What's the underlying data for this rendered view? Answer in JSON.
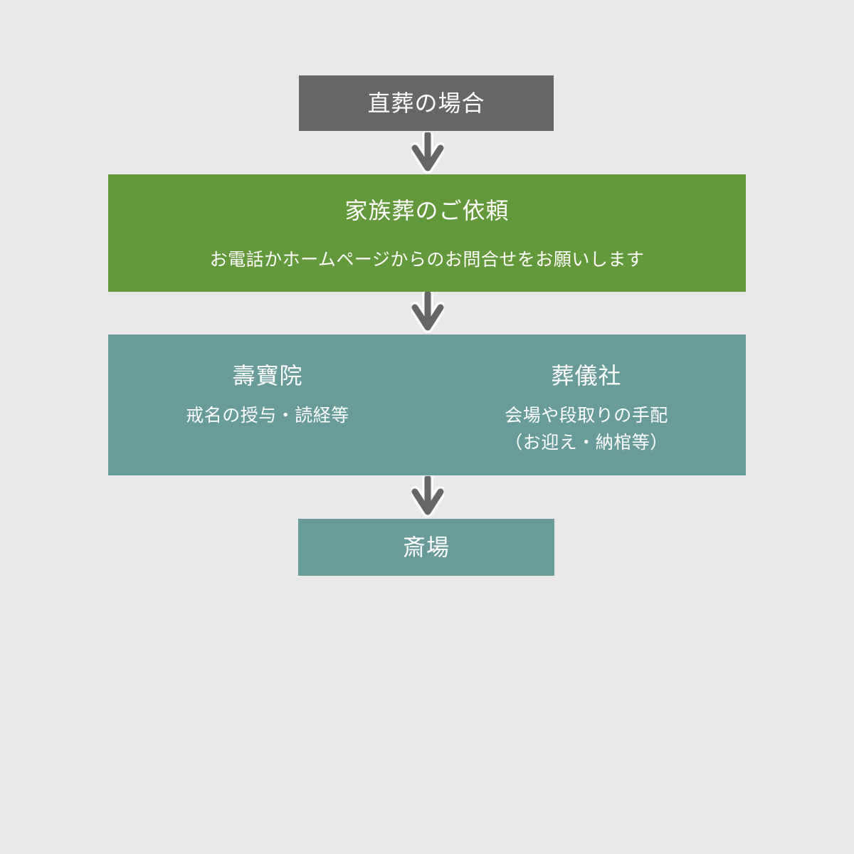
{
  "colors": {
    "background": "#e9e9e9",
    "box_gray": "#666666",
    "box_green": "#63993b",
    "box_teal": "#689b99",
    "arrow": "#666666",
    "arrow_halo": "#fafafa",
    "text": "#ffffff"
  },
  "flowchart": {
    "start": {
      "label": "直葬の場合"
    },
    "request": {
      "title": "家族葬のご依頼",
      "subtitle": "お電話かホームページからのお問合せをお願いします"
    },
    "providers": {
      "temple": {
        "title": "壽寶院",
        "description": "戒名の授与・読経等"
      },
      "funeral_company": {
        "title": "葬儀社",
        "description_line1": "会場や段取りの手配",
        "description_line2": "（お迎え・納棺等）"
      }
    },
    "end": {
      "label": "斎場"
    }
  }
}
